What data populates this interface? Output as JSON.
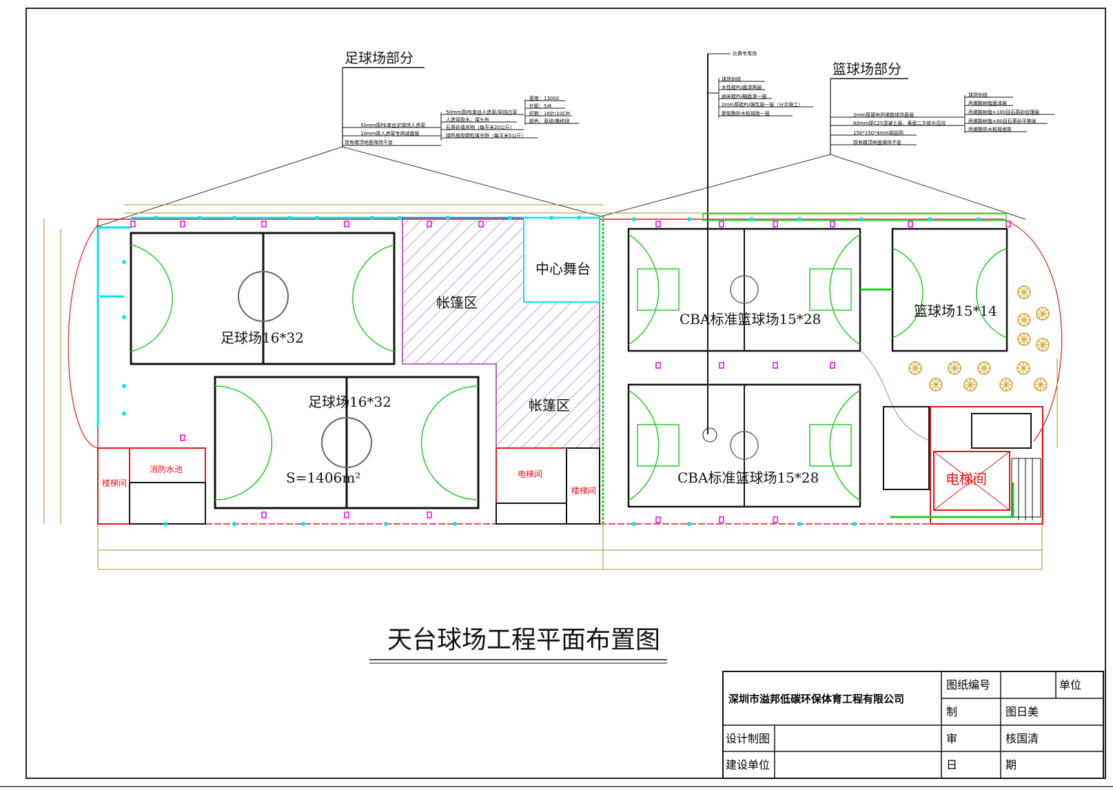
{
  "legend": {
    "soccer": {
      "heading": "足球场部分",
      "l1": [
        "50mm厚PE单丝足球场人造草",
        "10mm厚人造草专用减震层",
        "现有楼顶地面保持不变"
      ],
      "l2": [
        "50mm高PE单丝人造草/草线白草",
        "人造草胶水、接头布",
        "石英砂填充物（每平米20公斤）",
        "绿色橡胶颗粒填充物（每平米5公斤）"
      ],
      "l3": [
        "密度：13000",
        "针距：5/8",
        "织数：16针/10CM",
        "颜色：草绿/橄榄绿"
      ]
    },
    "match": {
      "heading": "比赛专用场",
      "items": [
        "球场划线",
        "水性硅PU面漆两层",
        "纳米硅PU釉面漆一层",
        "2mm厚硅PU弹性层一层（分次施工）",
        "聚氨酯防水粘接胶一层"
      ]
    },
    "basket": {
      "heading": "篮球场部分",
      "l1": [
        "2mm厚硬地丙烯酸球场面层",
        "60mm厚C25混凝土层，表面二次收光压纹",
        "150*150*4mm钢丝网",
        "现有楼顶地面保持不变"
      ],
      "l2": [
        "球场划线",
        "丙烯酸树脂面漆层",
        "丙烯酸树脂+100目石英砂纹理层",
        "丙烯酸树脂+80目石英砂平整层",
        "丙烯酸防水粘接底胶"
      ]
    }
  },
  "plan": {
    "soccer_top": "足球场16*32",
    "soccer_bottom": "足球场16*32",
    "area": "S=1406m²",
    "tent_top": "帐篷区",
    "tent_bottom": "帐篷区",
    "stage": "中心舞台",
    "stair_left": "楼梯间",
    "fire_pool": "消防水池",
    "elevator_mid": "电梯间",
    "stair_mid": "楼梯间",
    "cba_top": "CBA标准篮球场15*28",
    "cba_bottom": "CBA标准篮球场15*28",
    "small_court": "篮球场15*14",
    "elevator_right": "电梯间"
  },
  "drawing_title": "天台球场工程平面布置图",
  "title_block": {
    "company": "深圳市溢邦低碳环保体育工程有限公司",
    "drawing_no_label": "图纸编号",
    "unit_label": "单位",
    "make_label": "制",
    "make_value": "图日美",
    "design_label": "设计制图",
    "review_label": "审",
    "review_value": "核国清",
    "builder_label": "建设单位",
    "date_label": "日",
    "date_value": "期"
  },
  "colors": {
    "green": "#22cc22",
    "red": "#ee1111",
    "cyan": "#00e5ee",
    "magenta": "#ee00ee",
    "purple": "#9933cc",
    "tan": "#b58a2a"
  }
}
